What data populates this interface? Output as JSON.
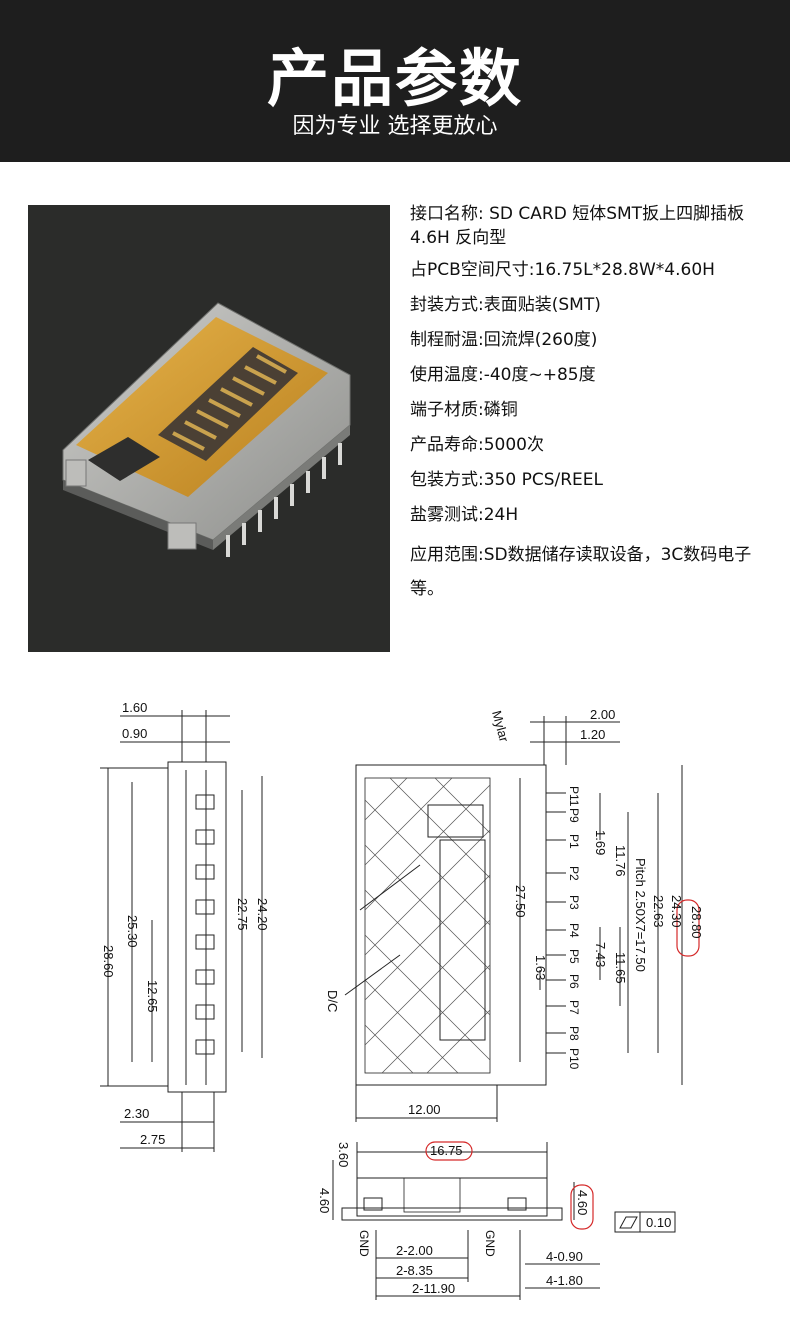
{
  "header": {
    "title": "产品参数",
    "subtitle": "因为专业 选择更放心"
  },
  "specs": [
    "接口名称: SD CARD 短体SMT扳上四脚插板 4.6H 反向型",
    "占PCB空间尺寸:16.75L*28.8W*4.60H",
    "封装方式:表面贴装(SMT)",
    "制程耐温:回流焊(260度)",
    "使用温度:-40度~+85度",
    "端子材质:磷铜",
    "产品寿命:5000次",
    "包装方式:350 PCS/REEL",
    "盐雾测试:24H",
    "应用范围:SD数据储存读取设备，3C数码电子等。"
  ],
  "drawing": {
    "side_view": {
      "dims": [
        "1.60",
        "0.90",
        "28.60",
        "25.30",
        "12.65",
        "22.75",
        "24.20",
        "2.30",
        "2.75"
      ]
    },
    "top_view": {
      "dims": [
        "2.00",
        "1.20",
        "27.50",
        "1.69",
        "11.76",
        "Pitch 2.50X7=17.50",
        "22.63",
        "24.30",
        "28.80",
        "7.43",
        "11.65",
        "1.63",
        "12.00"
      ],
      "labels": [
        "Mylar",
        "D/C",
        "P11",
        "P9",
        "P1",
        "P2",
        "P3",
        "P4",
        "P5",
        "P6",
        "P7",
        "P8",
        "P10"
      ]
    },
    "front_view": {
      "dims": [
        "3.60",
        "16.75",
        "4.60",
        "4.60",
        "2-2.00",
        "2-8.35",
        "2-11.90",
        "4-0.90",
        "4-1.80"
      ],
      "labels": [
        "GND",
        "GND"
      ],
      "flatness": "0.10"
    }
  }
}
